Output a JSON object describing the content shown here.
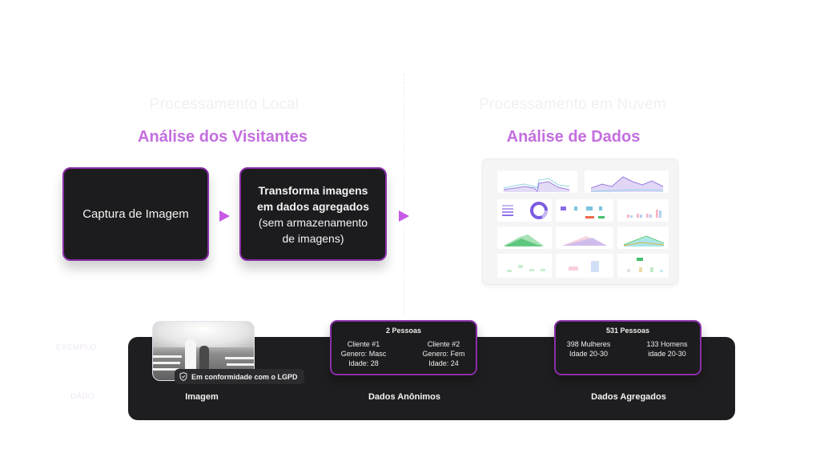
{
  "left_section": {
    "faint_title": "Processamento Local",
    "title": "Análise dos Visitantes",
    "steps": [
      {
        "lines": [
          "Captura de Imagem"
        ]
      },
      {
        "lines_bold": [
          "Transforma imagens",
          "em dados agregados"
        ],
        "lines": [
          "(sem armazenamento",
          "de imagens)"
        ]
      }
    ]
  },
  "right_section": {
    "faint_title": "Processamento em Nuvem",
    "title": "Análise de Dados",
    "dashboard_icon": "dashboard-thumbnail"
  },
  "example": {
    "side_labels": [
      "EXEMPLO",
      "DADO"
    ],
    "badge": {
      "icon": "shield-check-icon",
      "text": "Em conformidade com o LGPD"
    },
    "columns": [
      {
        "label": "Imagem"
      },
      {
        "label": "Dados Anônimos",
        "card": {
          "title": "2 Pessoas",
          "left": [
            "Cliente #1",
            "Genero: Masc",
            "Idade: 28"
          ],
          "right": [
            "Cliente #2",
            "Genero: Fem",
            "Idade: 24"
          ]
        }
      },
      {
        "label": "Dados Agregados",
        "card": {
          "title": "531 Pessoas",
          "left": [
            "398 Mulheres",
            "Idade 20-30"
          ],
          "right": [
            "133 Homens",
            "idade 20-30"
          ]
        }
      }
    ]
  },
  "colors": {
    "accent": "#c46ee0",
    "box_border": "#8a2ea8",
    "box_fill": "#1c1b1d",
    "arrow": "#c75be6"
  }
}
